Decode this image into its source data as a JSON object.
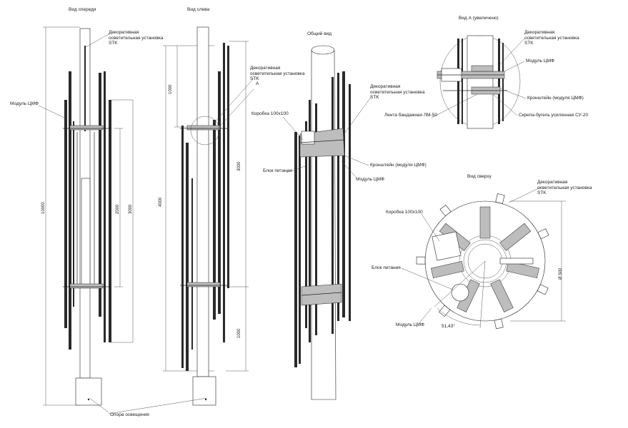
{
  "views": {
    "front": "Вид спереди",
    "left": "Вид слева",
    "general": "Общий вид",
    "detail_a": "Вид А (увеличено)",
    "top": "Вид сверху"
  },
  "labels": {
    "decorative_unit": "Декоративная осветительная установка STK",
    "module_cmf": "Модуль ЦМФ",
    "box": "Коробка 100х100",
    "power_block": "Блок питания",
    "bracket": "Кронштейн (модуля ЦМФ)",
    "band_tape": "Лента бандажная ЛМ-50",
    "clip_bugel": "Скрепа-бугель усиленная СУ-20",
    "support": "Опора освещения",
    "mark_a": "А"
  },
  "dimensions": {
    "front_total": "10000",
    "front_inner": "2000",
    "front_outer": "3000",
    "left_top": "1000",
    "left_total": "4000",
    "left_right": "3000",
    "left_bottom": "1000",
    "top_diameter": "Ø 500",
    "top_angle": "51,43°"
  }
}
